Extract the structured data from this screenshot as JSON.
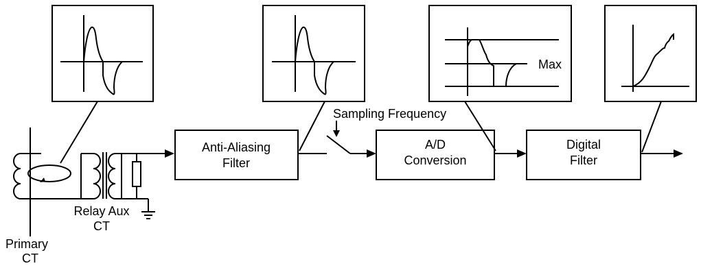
{
  "labels": {
    "primary_ct_line1": "Primary",
    "primary_ct_line2": "CT",
    "relay_aux_ct_line1": "Relay Aux",
    "relay_aux_ct_line2": "CT",
    "anti_aliasing_line1": "Anti-Aliasing",
    "anti_aliasing_line2": "Filter",
    "sampling_frequency": "Sampling Frequency",
    "ad_conversion_line1": "A/D",
    "ad_conversion_line2": "Conversion",
    "digital_filter_line1": "Digital",
    "digital_filter_line2": "Filter",
    "max": "Max"
  },
  "colors": {
    "stroke": "#000000",
    "background": "#ffffff"
  }
}
